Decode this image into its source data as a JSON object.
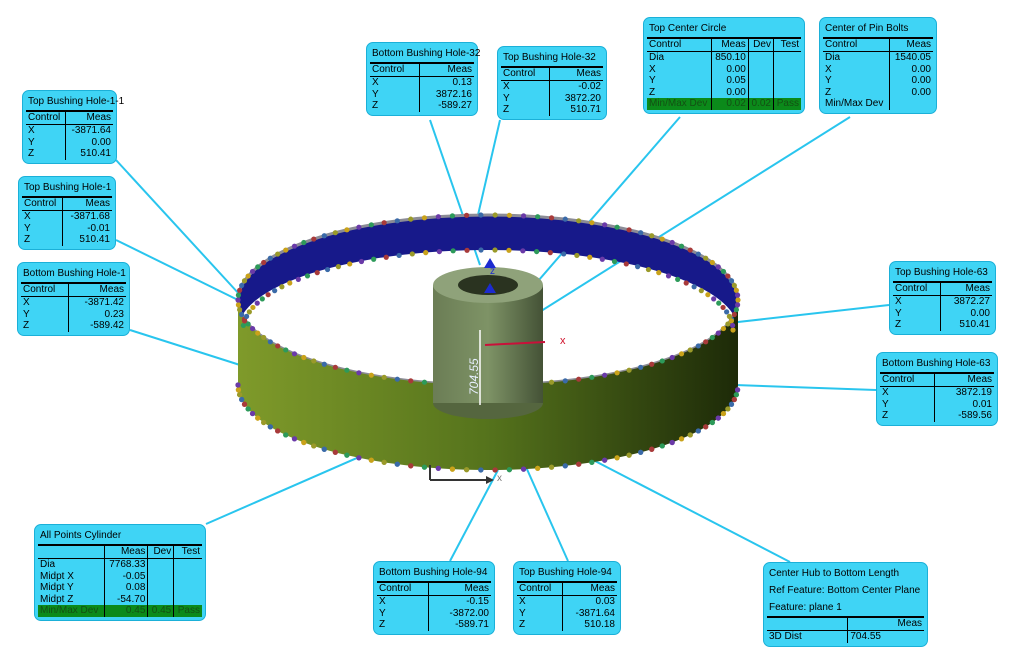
{
  "scene": {
    "axis_labels": {
      "x": "x",
      "y": "z",
      "x_bottom": "x"
    },
    "dimension_label": "704.55"
  },
  "colors": {
    "callout_bg": "#3fd4f5",
    "pass_row": "#0b8a1a",
    "ring_green": "#4f6b1a",
    "ring_blue": "#17198a"
  },
  "callouts": [
    {
      "id": "top-bushing-hole-1-1",
      "title": [
        "Top Bushing Hole-1-1"
      ],
      "headers": [
        "Control",
        "Meas"
      ],
      "rows": [
        [
          "X",
          "-3871.64"
        ],
        [
          "Y",
          "0.00"
        ],
        [
          "Z",
          "510.41"
        ]
      ]
    },
    {
      "id": "top-bushing-hole-1",
      "title": [
        "Top Bushing Hole-1"
      ],
      "headers": [
        "Control",
        "Meas"
      ],
      "rows": [
        [
          "X",
          "-3871.68"
        ],
        [
          "Y",
          "-0.01"
        ],
        [
          "Z",
          "510.41"
        ]
      ]
    },
    {
      "id": "bottom-bushing-hole-1",
      "title": [
        "Bottom Bushing Hole-1"
      ],
      "headers": [
        "Control",
        "Meas"
      ],
      "rows": [
        [
          "X",
          "-3871.42"
        ],
        [
          "Y",
          "0.23"
        ],
        [
          "Z",
          "-589.42"
        ]
      ]
    },
    {
      "id": "bottom-bushing-hole-32",
      "title": [
        "Bottom Bushing Hole-32"
      ],
      "headers": [
        "Control",
        "Meas"
      ],
      "rows": [
        [
          "X",
          "0.13"
        ],
        [
          "Y",
          "3872.16"
        ],
        [
          "Z",
          "-589.27"
        ]
      ]
    },
    {
      "id": "top-bushing-hole-32",
      "title": [
        "Top Bushing Hole-32"
      ],
      "headers": [
        "Control",
        "Meas"
      ],
      "rows": [
        [
          "X",
          "-0.02"
        ],
        [
          "Y",
          "3872.20"
        ],
        [
          "Z",
          "510.71"
        ]
      ]
    },
    {
      "id": "top-center-circle",
      "title": [
        "Top Center Circle"
      ],
      "headers": [
        "Control",
        "Meas",
        "Dev",
        "Test"
      ],
      "rows": [
        [
          "Dia",
          "850.10",
          "",
          ""
        ],
        [
          "X",
          "0.00",
          "",
          ""
        ],
        [
          "Y",
          "0.05",
          "",
          ""
        ],
        [
          "Z",
          "0.00",
          "",
          ""
        ]
      ],
      "highlight": [
        "Min/Max Dev",
        "0.02",
        "0.02",
        "Pass"
      ]
    },
    {
      "id": "center-of-pin-bolts",
      "title": [
        "Center of Pin Bolts"
      ],
      "headers": [
        "Control",
        "Meas"
      ],
      "rows": [
        [
          "Dia",
          "1540.05"
        ],
        [
          "X",
          "0.00"
        ],
        [
          "Y",
          "0.00"
        ],
        [
          "Z",
          "0.00"
        ],
        [
          "Min/Max Dev",
          ""
        ]
      ]
    },
    {
      "id": "top-bushing-hole-63",
      "title": [
        "Top Bushing Hole-63"
      ],
      "headers": [
        "Control",
        "Meas"
      ],
      "rows": [
        [
          "X",
          "3872.27"
        ],
        [
          "Y",
          "0.00"
        ],
        [
          "Z",
          "510.41"
        ]
      ]
    },
    {
      "id": "bottom-bushing-hole-63",
      "title": [
        "Bottom Bushing Hole-63"
      ],
      "headers": [
        "Control",
        "Meas"
      ],
      "rows": [
        [
          "X",
          "3872.19"
        ],
        [
          "Y",
          "0.01"
        ],
        [
          "Z",
          "-589.56"
        ]
      ]
    },
    {
      "id": "all-points-cylinder",
      "title": [
        "All Points Cylinder"
      ],
      "headers": [
        "",
        "Meas",
        "Dev",
        "Test"
      ],
      "rows": [
        [
          "Dia",
          "7768.33",
          "",
          ""
        ],
        [
          "Midpt X",
          "-0.05",
          "",
          ""
        ],
        [
          "Midpt Y",
          "0.08",
          "",
          ""
        ],
        [
          "Midpt Z",
          "-54.70",
          "",
          ""
        ]
      ],
      "highlight": [
        "Min/Max Dev",
        "0.45",
        "0.45",
        "Pass"
      ]
    },
    {
      "id": "bottom-bushing-hole-94",
      "title": [
        "Bottom Bushing Hole-94"
      ],
      "headers": [
        "Control",
        "Meas"
      ],
      "rows": [
        [
          "X",
          "-0.15"
        ],
        [
          "Y",
          "-3872.00"
        ],
        [
          "Z",
          "-589.71"
        ]
      ]
    },
    {
      "id": "top-bushing-hole-94",
      "title": [
        "Top Bushing Hole-94"
      ],
      "headers": [
        "Control",
        "Meas"
      ],
      "rows": [
        [
          "X",
          "0.03"
        ],
        [
          "Y",
          "-3871.64"
        ],
        [
          "Z",
          "510.18"
        ]
      ]
    },
    {
      "id": "center-hub-to-bottom-length",
      "title": [
        "Center Hub to Bottom Length",
        "Ref Feature: Bottom Center Plane",
        "Feature: plane 1"
      ],
      "headers": [
        "",
        "Meas"
      ],
      "rows": [
        [
          "3D Dist",
          "704.55"
        ]
      ],
      "leftAlignValues": true
    }
  ]
}
